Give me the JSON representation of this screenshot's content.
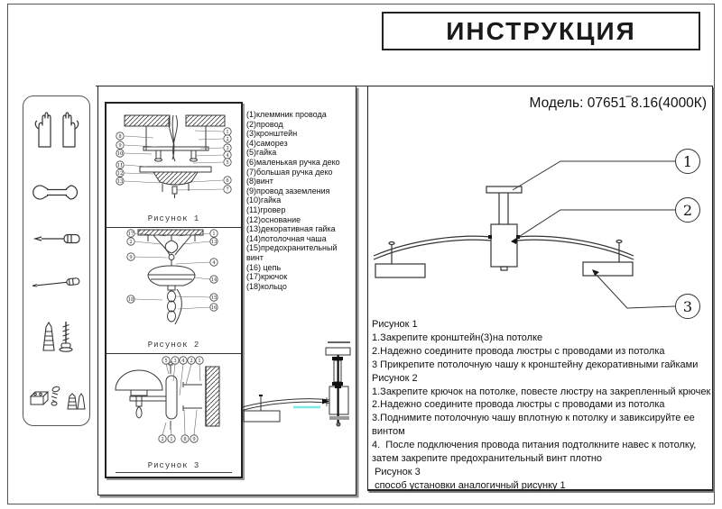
{
  "title": "ИНСТРУКЦИЯ",
  "model_line": "Модель: 07651‾8.16(4000К)",
  "colors": {
    "line": "#333333",
    "highlight_cyan": "#7fe8e8"
  },
  "sidebar_tools": [
    "gloves-icon",
    "wrench-icon",
    "screwdriver-icon",
    "long-screwdriver-icon",
    "anchor-and-screw-icon",
    "hardware-parts-icon"
  ],
  "parts_list": [
    "(1)клеммник провода",
    "(2)провод",
    "(3)кронштейн",
    "(4)саморез",
    "(5)гайка",
    "(6)маленькая ручка деко",
    "(7)большая ручка деко",
    "(8)винт",
    "(9)провод заземления",
    "(10)гайка",
    "(11)гровер",
    "(12)основание",
    "(13)декоративная гайка",
    "(14)потолочная чаша",
    "(15)предохранительный",
    "винт",
    "(16) цепь",
    "(17)крючок",
    "(18)кольцо"
  ],
  "figures": {
    "fig1": {
      "label": "Рисунок 1",
      "left": [
        "8",
        "9",
        "10",
        "11",
        "12",
        "13"
      ],
      "right": [
        "1",
        "2",
        "3",
        "4",
        "5",
        "6",
        "7"
      ]
    },
    "fig2": {
      "label": "Рисунок 2",
      "left": [
        "17",
        "2",
        "9",
        "18"
      ],
      "right": [
        "1",
        "13",
        "4",
        "14",
        "15",
        "16"
      ]
    },
    "fig3": {
      "label": "Рисунок 3",
      "top": [
        "5",
        "3",
        "4",
        "2",
        "1"
      ],
      "bottom": [
        "2",
        "1",
        "8",
        "9"
      ]
    }
  },
  "lamp_callouts": [
    "1",
    "2",
    "3"
  ],
  "instructions": [
    "Рисунок 1",
    "1.Закрепите кронштейн(3)на потолке",
    "2.Надежно соедините провода люстры с проводами из потолка",
    "3 Прикрепите потолочную чашу к кронштейну декоративными гайками",
    "Рисунок 2",
    "1.Закрепите крючок на потолке, повесте люстру на закрепленный крючек",
    "2.Надежно соедините провода люстры с проводами из потолка",
    "3.Поднимите потолочную чашу вплотную к потолку и завиксируйте ее",
    "винтом",
    "4.  После подключения провода питания подтолкните навес к потолку,",
    "затем закрепите предохранительный винт плотно",
    " Рисунок 3",
    " способ установки аналогичный рисунку 1"
  ]
}
